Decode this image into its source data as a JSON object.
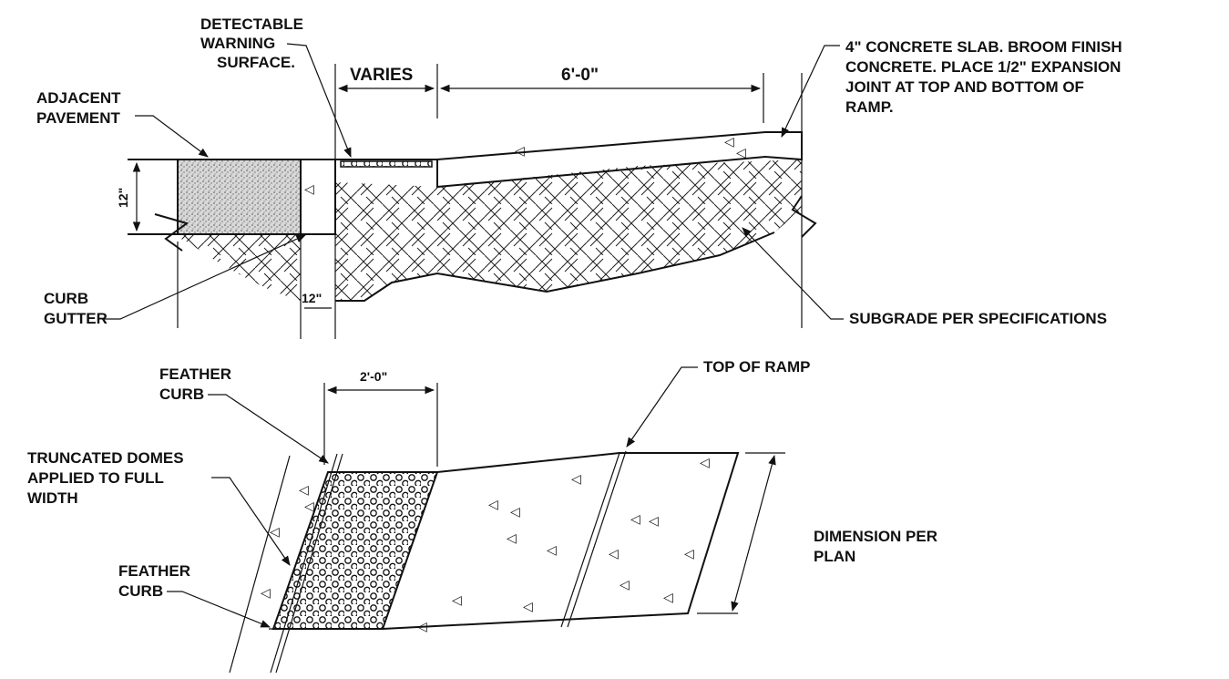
{
  "section_view": {
    "labels": {
      "detectable_warning": [
        "DETECTABLE",
        "WARNING",
        "SURFACE."
      ],
      "adjacent_pavement": [
        "ADJACENT",
        "PAVEMENT"
      ],
      "concrete_slab_note": [
        "4\" CONCRETE SLAB. BROOM FINISH",
        "CONCRETE. PLACE 1/2\" EXPANSION",
        "JOINT AT TOP AND BOTTOM OF",
        "RAMP."
      ],
      "curb_gutter": [
        "CURB",
        "GUTTER"
      ],
      "subgrade": "SUBGRADE PER SPECIFICATIONS"
    },
    "dimensions": {
      "varies": "VARIES",
      "ramp_length": "6'-0\"",
      "pavement_depth": "12\"",
      "gutter_width": "12\""
    }
  },
  "plan_view": {
    "labels": {
      "feather_curb_top": [
        "FEATHER",
        "CURB"
      ],
      "truncated_domes": [
        "TRUNCATED DOMES",
        "APPLIED TO FULL",
        "WIDTH"
      ],
      "feather_curb_bottom": [
        "FEATHER",
        "CURB"
      ],
      "top_of_ramp": "TOP OF RAMP",
      "dimension_per_plan": [
        "DIMENSION PER",
        "PLAN"
      ]
    },
    "dimensions": {
      "warning_width": "2'-0\""
    }
  }
}
